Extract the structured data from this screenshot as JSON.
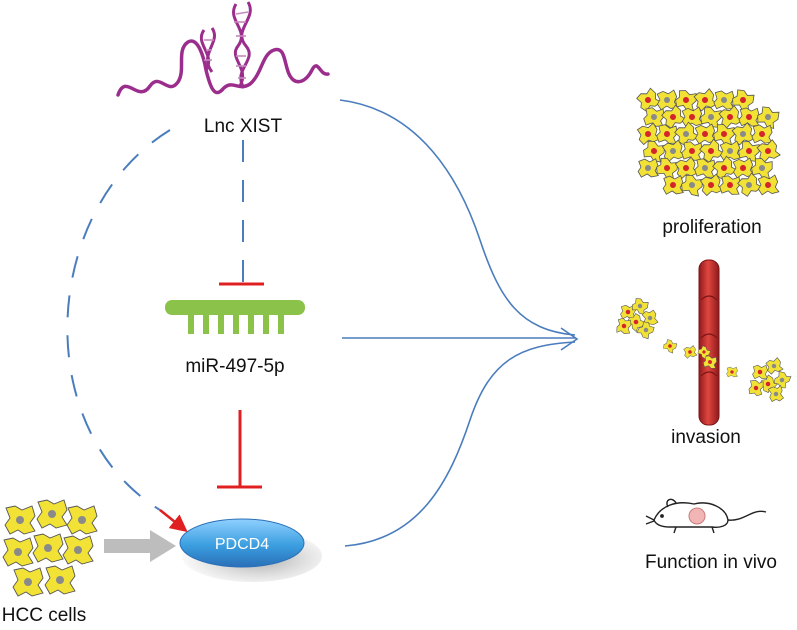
{
  "labels": {
    "lnc": "Lnc XIST",
    "mirna": "miR-497-5p",
    "target": "PDCD4",
    "cells": "HCC cells",
    "proliferation": "proliferation",
    "invasion": "invasion",
    "vivo": "Function in vivo"
  },
  "colors": {
    "rna_strand": "#9b2e8c",
    "blue_link": "#4a7dbd",
    "inhibit_red": "#e02020",
    "mirna_green": "#8bc34a",
    "pdcd4_blue": "#3b9ee0",
    "cell_yellow": "#f2e236",
    "nucleus_red": "#d4262a",
    "vessel_red": "#c0282a",
    "arrow_gray": "#bdbdbd"
  },
  "icons": {
    "lnc": "lncrna-hairpin-icon",
    "mirna": "mirna-comb-icon",
    "cells": "hcc-cells-icon",
    "proliferation": "proliferating-cells-icon",
    "invasion": "blood-vessel-invasion-icon",
    "vivo": "mouse-icon"
  }
}
